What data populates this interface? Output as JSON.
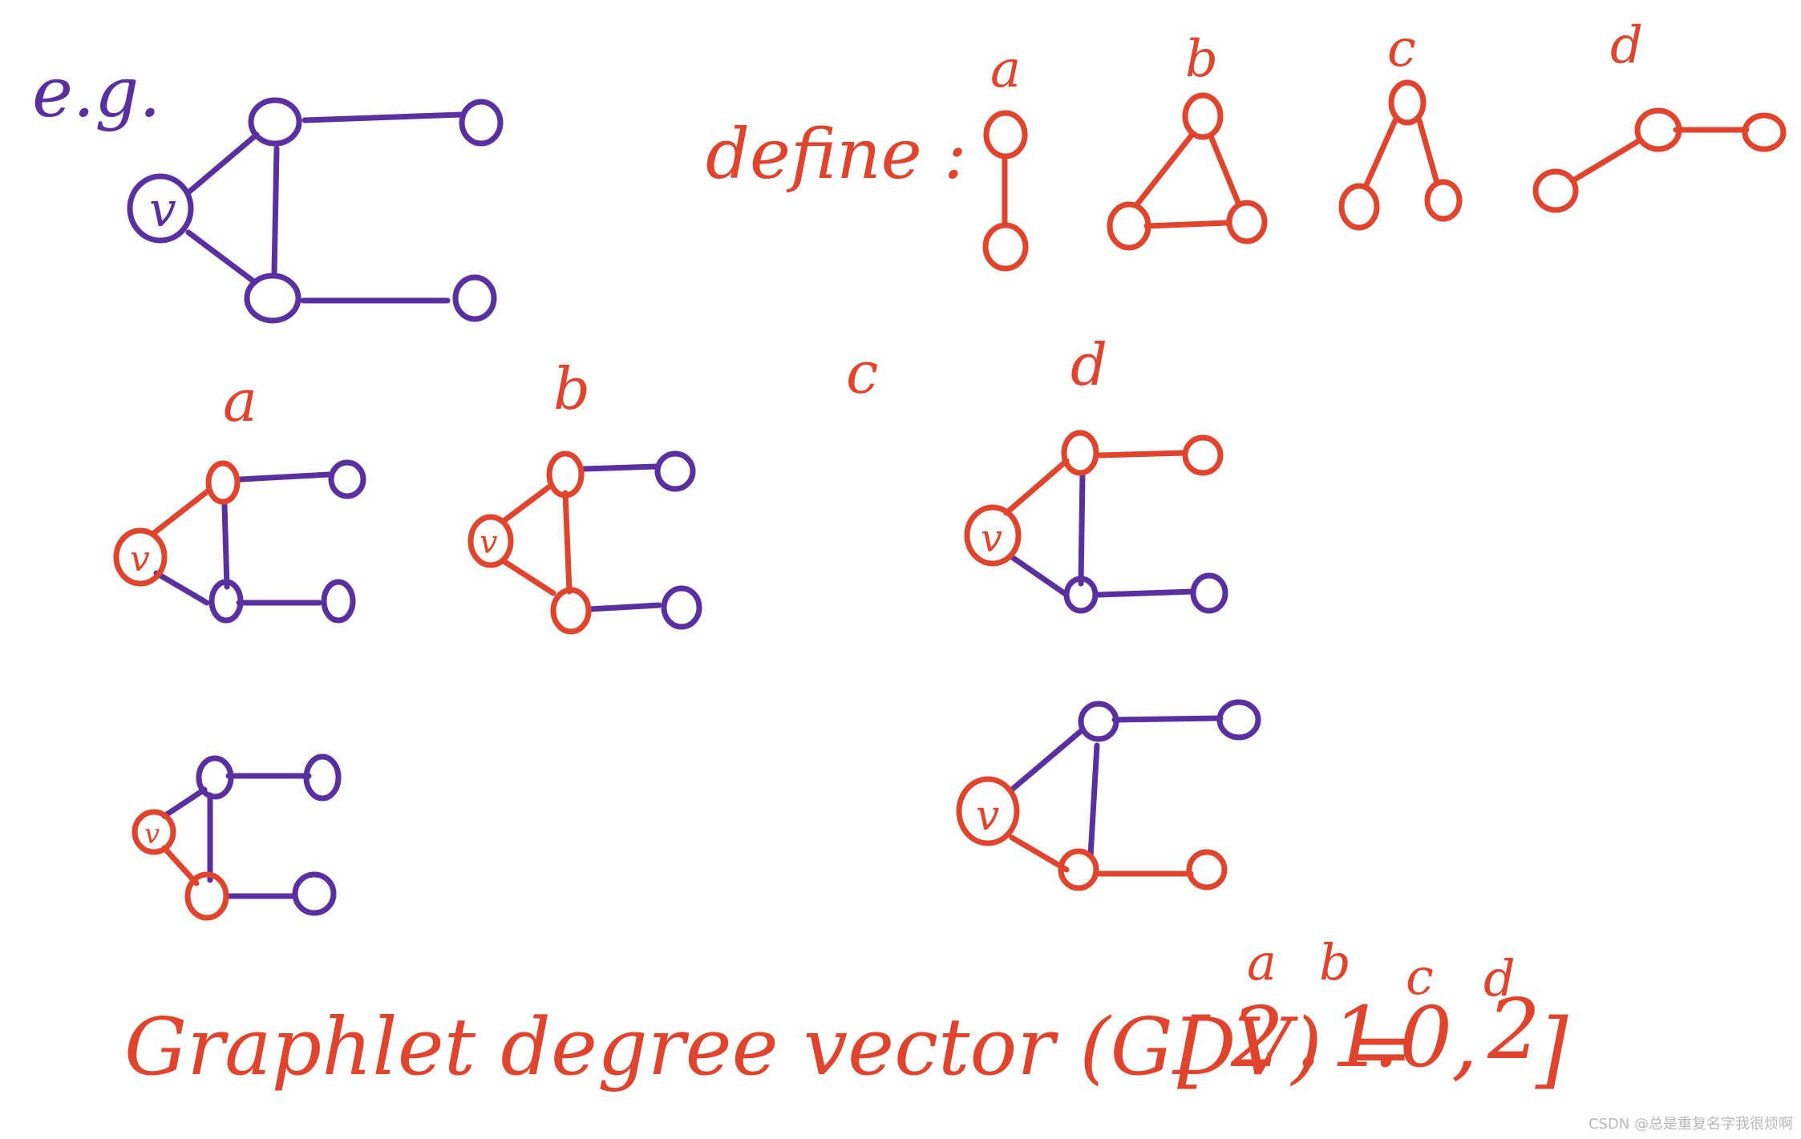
{
  "colors": {
    "purple": "#5a2fa0",
    "red": "#e0442d",
    "watermark": "#b8b8b8"
  },
  "labels": {
    "eg": "e.g.",
    "define": "define :",
    "a": "a",
    "b": "b",
    "c": "c",
    "d": "d",
    "v": "v"
  },
  "gdv": {
    "text": "Graphlet degree vector (GDV) =",
    "open_bracket": "[",
    "close_bracket": "]",
    "values": [
      "2",
      "1",
      "0",
      "2"
    ],
    "separators": [
      ".",
      ".",
      ","
    ],
    "keys": [
      "a",
      "b",
      "c",
      "d"
    ]
  },
  "watermark": "CSDN @总是重复名字我很烦啊"
}
